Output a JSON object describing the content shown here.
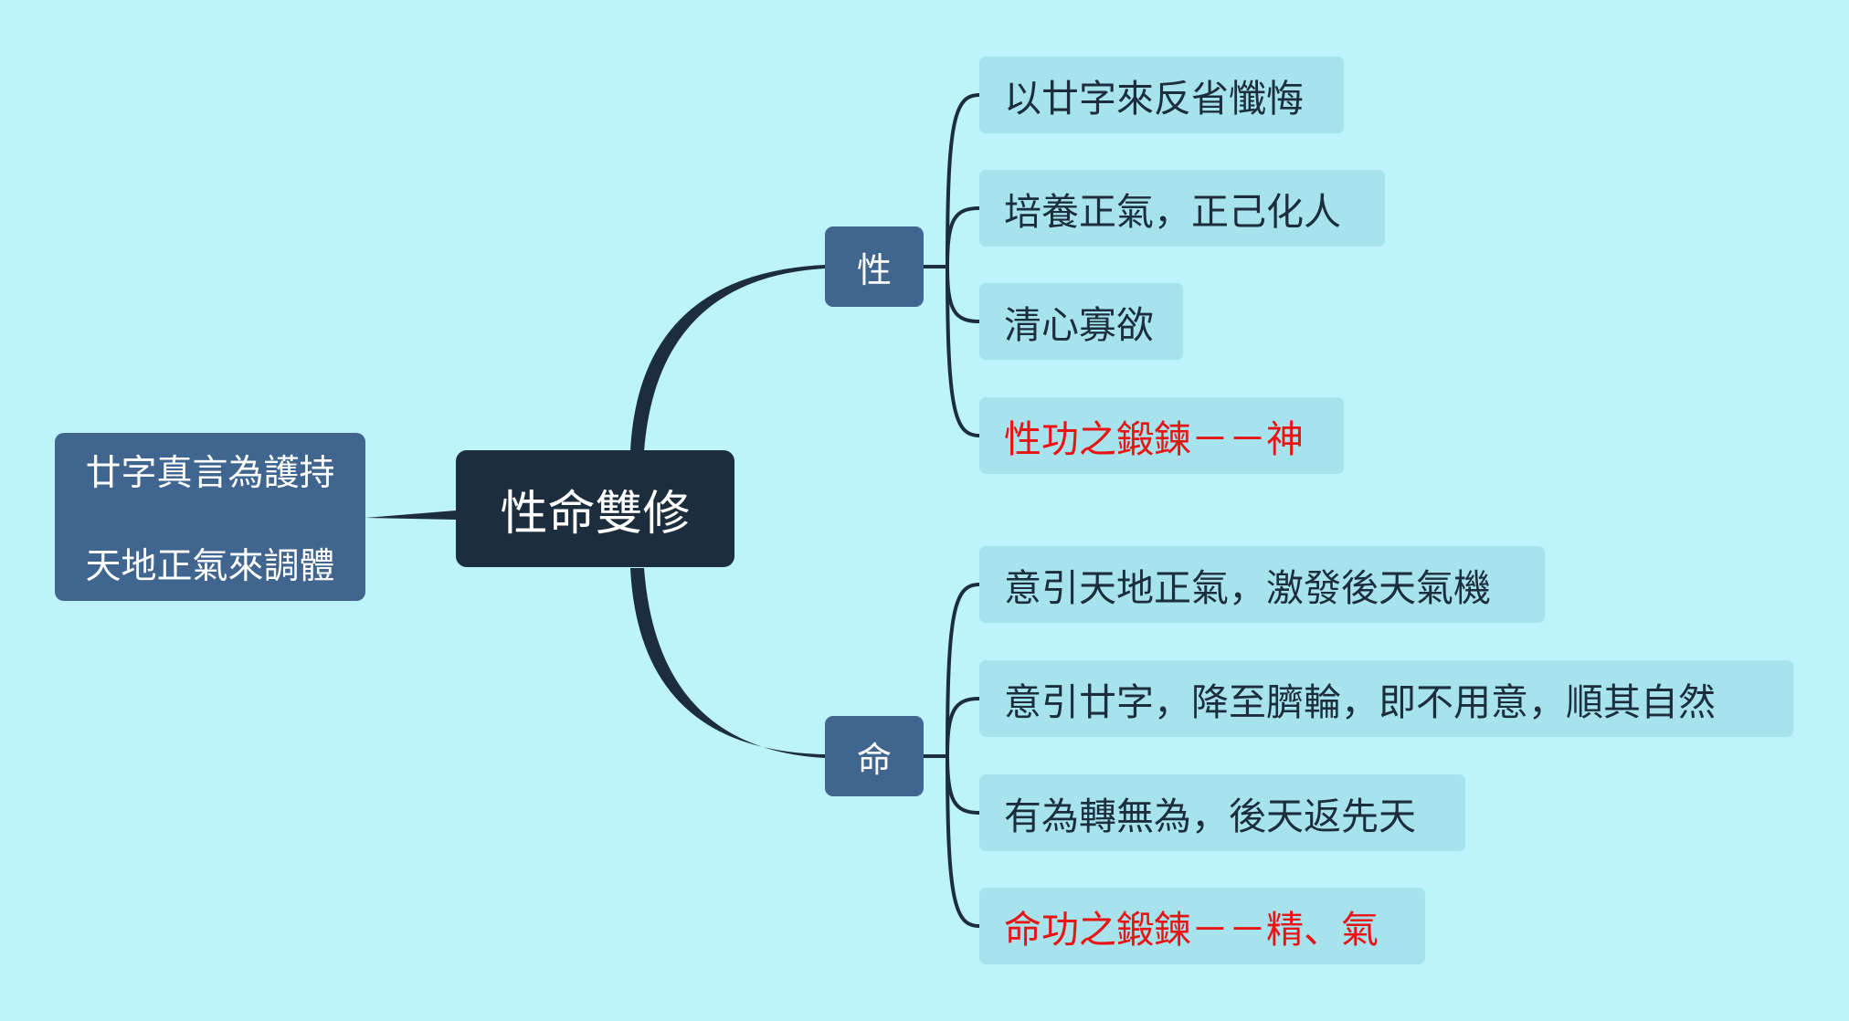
{
  "colors": {
    "background": "#bdf3fb",
    "center_fill": "#1c2d3d",
    "branch_fill": "#406690",
    "leaf_fill": "#a6e3ec",
    "text_dark": "#1c2d3d",
    "text_light": "#ffffff",
    "highlight_text": "#e81313",
    "connector": "#1c2d3d"
  },
  "central_topic": "性命雙修",
  "callout": {
    "lines": [
      "廿字真言為護持",
      "天地正氣來調體"
    ]
  },
  "branches": [
    {
      "label": "性",
      "children": [
        {
          "text": "以廿字來反省懺悔",
          "highlight": false
        },
        {
          "text": "培養正氣，正己化人",
          "highlight": false
        },
        {
          "text": "清心寡欲",
          "highlight": false
        },
        {
          "text": "性功之鍛鍊－－神",
          "highlight": true
        }
      ]
    },
    {
      "label": "命",
      "children": [
        {
          "text": "意引天地正氣，激發後天氣機",
          "highlight": false
        },
        {
          "text": "意引廿字，降至臍輪，即不用意，順其自然",
          "highlight": false
        },
        {
          "text": "有為轉無為，後天返先天",
          "highlight": false
        },
        {
          "text": "命功之鍛鍊－－精、氣",
          "highlight": true
        }
      ]
    }
  ]
}
